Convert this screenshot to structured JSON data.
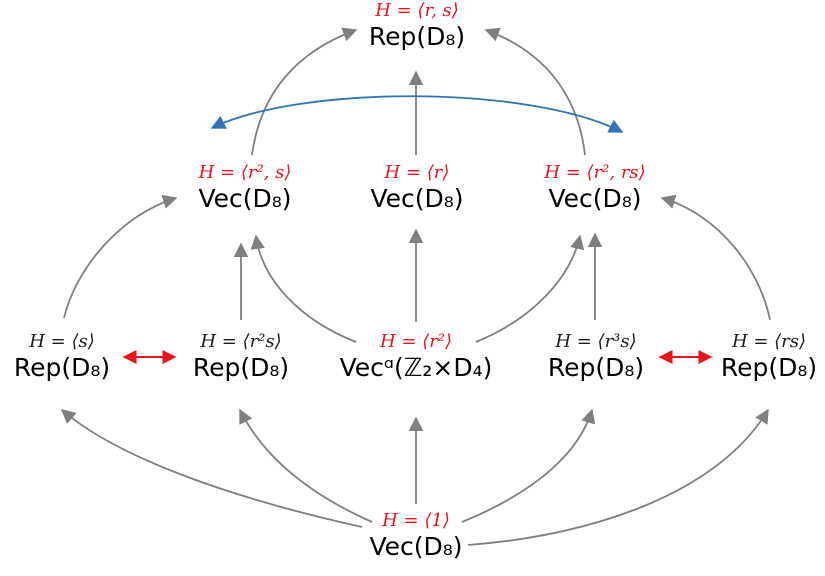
{
  "colors": {
    "arrow": "#7f7f7f",
    "accent_red": "#e8141c",
    "accent_blue": "#2f74b5",
    "text": "#000000"
  },
  "nodes": {
    "top": {
      "label": "H = ⟨r, s⟩",
      "category": "Rep(D₈)"
    },
    "mid_left": {
      "label": "H = ⟨r², s⟩",
      "category": "Vec(D₈)"
    },
    "mid_center": {
      "label": "H = ⟨r⟩",
      "category": "Vec(D₈)"
    },
    "mid_right": {
      "label": "H = ⟨r², rs⟩",
      "category": "Vec(D₈)"
    },
    "low_1": {
      "label": "H = ⟨s⟩",
      "category": "Rep(D₈)"
    },
    "low_2": {
      "label": "H = ⟨r²s⟩",
      "category": "Rep(D₈)"
    },
    "low_center": {
      "label": "H = ⟨r²⟩",
      "category": "Vecᵅ(ℤ₂×D₄)"
    },
    "low_4": {
      "label": "H = ⟨r³s⟩",
      "category": "Rep(D₈)"
    },
    "low_5": {
      "label": "H = ⟨rs⟩",
      "category": "Rep(D₈)"
    },
    "bottom": {
      "label": "H = ⟨1⟩",
      "category": "Vec(D₈)"
    }
  }
}
